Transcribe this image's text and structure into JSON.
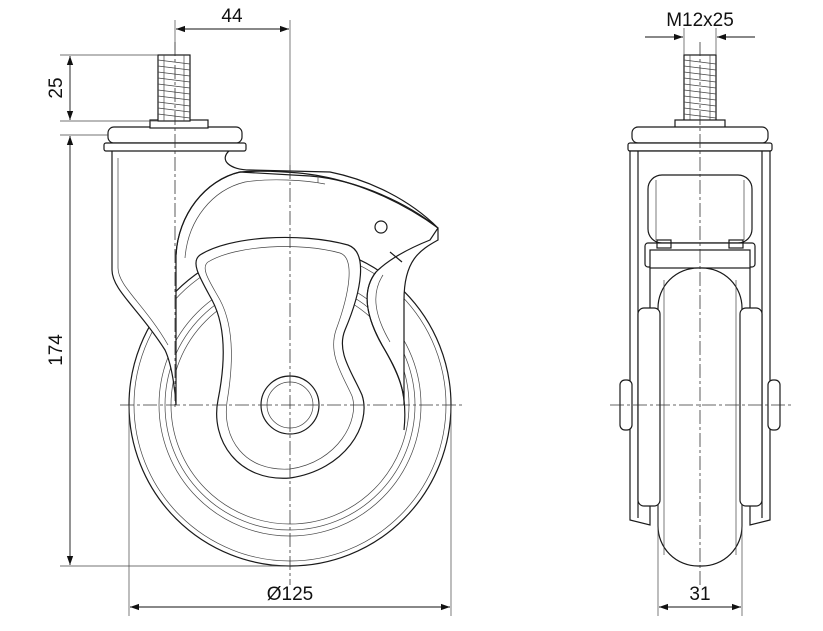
{
  "dimensions": {
    "offset_top": "44",
    "thread_length": "25",
    "total_height": "174",
    "wheel_diameter": "Ø125",
    "thread_spec": "M12x25",
    "wheel_width": "31"
  }
}
